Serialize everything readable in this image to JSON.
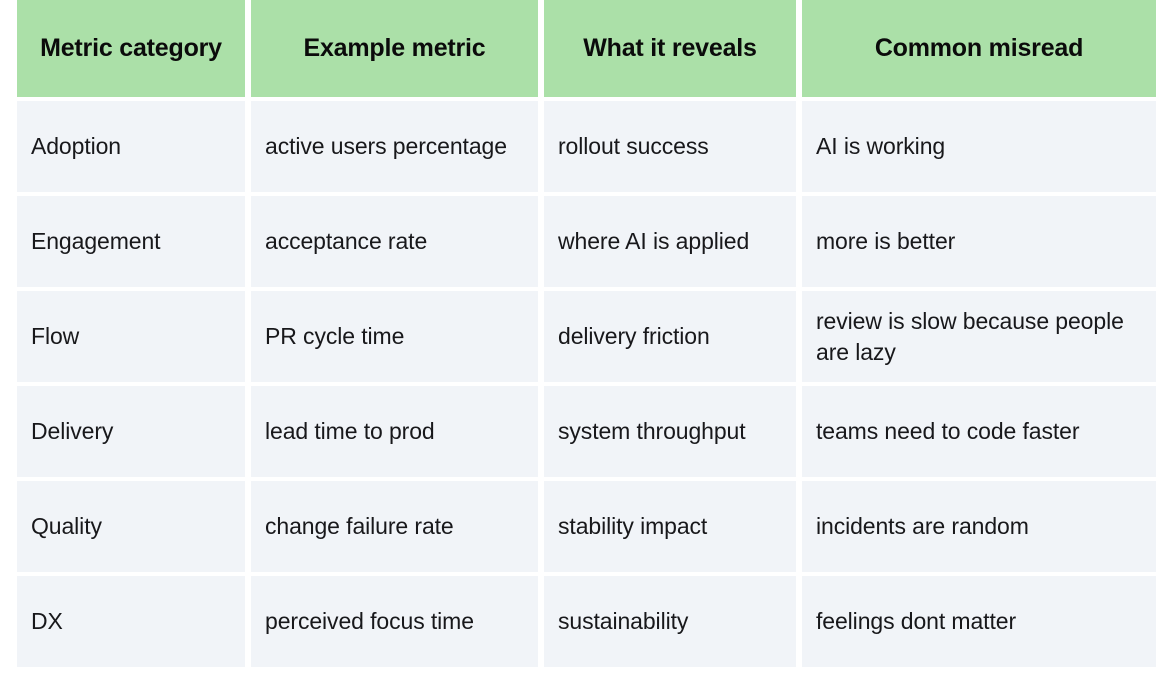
{
  "table": {
    "columns": [
      "Metric category",
      "Example metric",
      "What it reveals",
      "Common misread"
    ],
    "rows": [
      {
        "metric_category": "Adoption",
        "example_metric": "active users percentage",
        "what_it_reveals": "rollout success",
        "common_misread": "AI is working"
      },
      {
        "metric_category": "Engagement",
        "example_metric": "acceptance rate",
        "what_it_reveals": "where AI is applied",
        "common_misread": "more is better"
      },
      {
        "metric_category": "Flow",
        "example_metric": "PR cycle time",
        "what_it_reveals": "delivery friction",
        "common_misread": "review is slow because people are lazy"
      },
      {
        "metric_category": "Delivery",
        "example_metric": "lead time to prod",
        "what_it_reveals": "system throughput",
        "common_misread": "teams need to code faster"
      },
      {
        "metric_category": "Quality",
        "example_metric": "change failure rate",
        "what_it_reveals": "stability impact",
        "common_misread": "incidents are random"
      },
      {
        "metric_category": "DX",
        "example_metric": "perceived focus time",
        "what_it_reveals": "sustainability",
        "common_misread": "feelings dont matter"
      }
    ]
  },
  "colors": {
    "header_background": "#abe0a8",
    "header_text": "#0b0b0b",
    "cell_background": "#f1f4f8",
    "cell_text": "#18181b",
    "page_background": "#ffffff"
  }
}
